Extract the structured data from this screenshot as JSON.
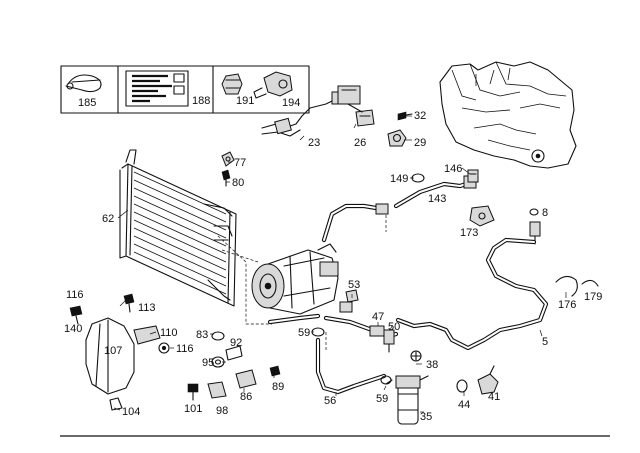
{
  "callouts": {
    "c185": "185",
    "c188": "188",
    "c191": "191",
    "c194": "194",
    "c23": "23",
    "c26": "26",
    "c32": "32",
    "c29": "29",
    "c77": "77",
    "c80": "80",
    "c62": "62",
    "c146": "146",
    "c149": "149",
    "c143": "143",
    "c8": "8",
    "c173": "173",
    "c176": "176",
    "c179": "179",
    "c116a": "116",
    "c113": "113",
    "c140": "140",
    "c110": "110",
    "c107": "107",
    "c116b": "116",
    "c83": "83",
    "c92": "92",
    "c95": "95",
    "c101": "101",
    "c98": "98",
    "c86": "86",
    "c89": "89",
    "c104": "104",
    "c53": "53",
    "c47": "47",
    "c50": "50",
    "c59a": "59",
    "c56": "56",
    "c59b": "59",
    "c38": "38",
    "c35": "35",
    "c44": "44",
    "c41": "41",
    "c5": "5"
  }
}
